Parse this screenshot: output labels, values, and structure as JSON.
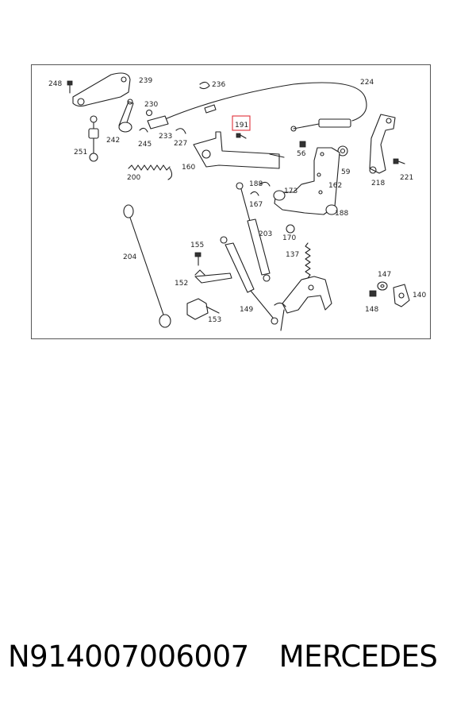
{
  "diagram": {
    "highlighted_part": "191",
    "highlight_color": "#e0303a",
    "labels": {
      "l248": "248",
      "l239": "239",
      "l236": "236",
      "l224": "224",
      "l230": "230",
      "l191": "191",
      "l242": "242",
      "l245": "245",
      "l233": "233",
      "l227": "227",
      "l251": "251",
      "l56": "56",
      "l59": "59",
      "l221": "221",
      "l218": "218",
      "l160": "160",
      "l200": "200",
      "l188a": "188",
      "l173": "173",
      "l162": "162",
      "l167": "167",
      "l188b": "188",
      "l203": "203",
      "l170": "170",
      "l204": "204",
      "l155": "155",
      "l137": "137",
      "l152": "152",
      "l147": "147",
      "l140": "140",
      "l148": "148",
      "l149": "149",
      "l153": "153"
    }
  },
  "footer": {
    "part_number": "N914007006007",
    "brand": "MERCEDES"
  }
}
